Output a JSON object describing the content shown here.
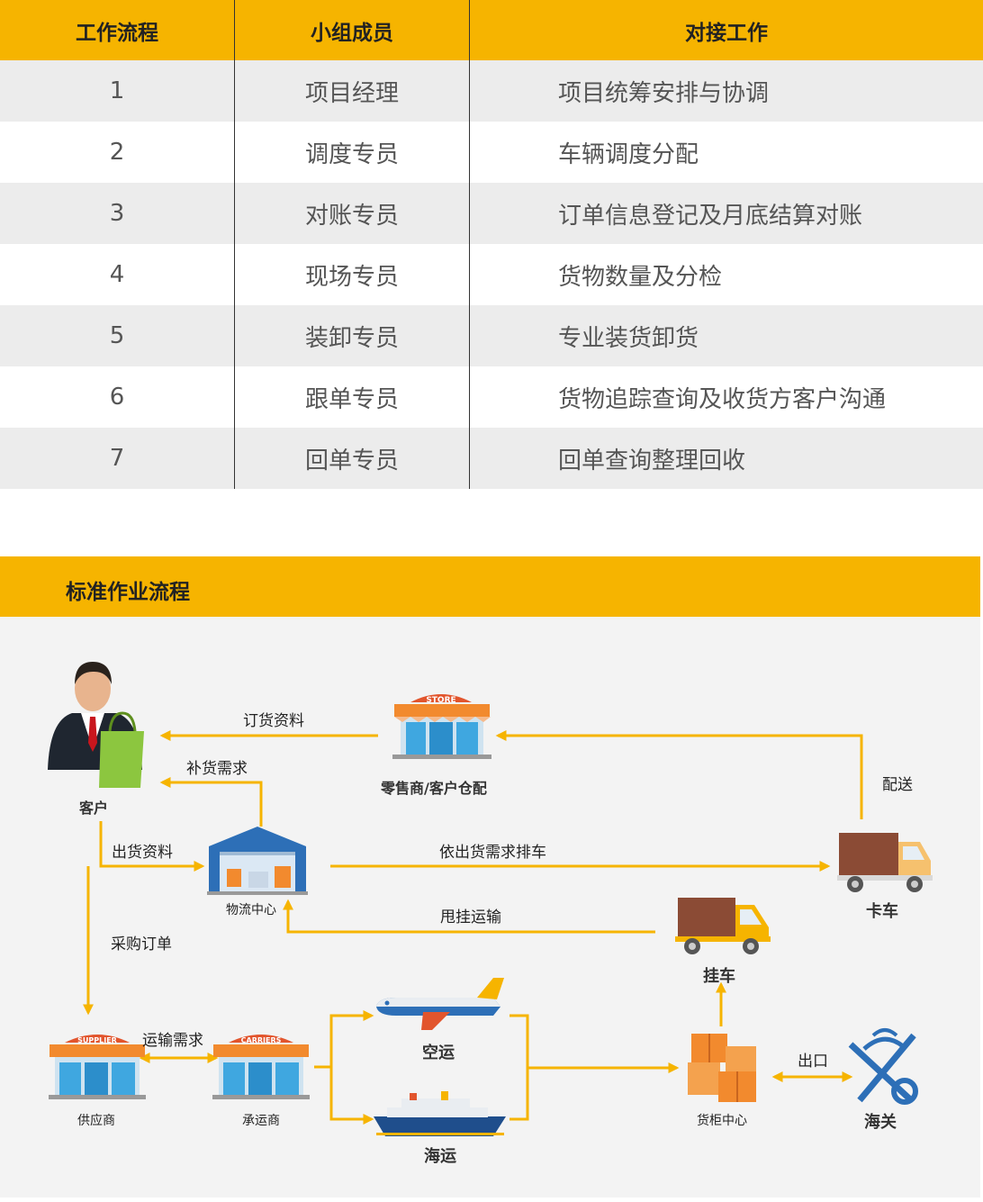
{
  "table": {
    "headers": [
      "工作流程",
      "小组成员",
      "对接工作"
    ],
    "rows": [
      {
        "step": "1",
        "member": "项目经理",
        "work": "项目统筹安排与协调"
      },
      {
        "step": "2",
        "member": "调度专员",
        "work": "车辆调度分配"
      },
      {
        "step": "3",
        "member": "对账专员",
        "work": "订单信息登记及月底结算对账"
      },
      {
        "step": "4",
        "member": "现场专员",
        "work": "货物数量及分检"
      },
      {
        "step": "5",
        "member": "装卸专员",
        "work": "专业装货卸货"
      },
      {
        "step": "6",
        "member": "跟单专员",
        "work": "货物追踪查询及收货方客户沟通"
      },
      {
        "step": "7",
        "member": "回单专员",
        "work": "回单查询整理回收"
      }
    ]
  },
  "process": {
    "title": "标准作业流程",
    "nodes": {
      "customer": "客户",
      "retailer": "零售商/客户仓配",
      "logistics_center": "物流中心",
      "truck": "卡车",
      "trailer": "挂车",
      "supplier": "供应商",
      "carrier": "承运商",
      "air": "空运",
      "sea": "海运",
      "container_center": "货柜中心",
      "customs": "海关"
    },
    "signs": {
      "store": "STORE",
      "supplier": "SUPPLIER",
      "carriers": "CARRIERS"
    },
    "edges": {
      "order_info": "订货资料",
      "replenish": "补货需求",
      "shipping_info": "出货资料",
      "schedule": "依出货需求排车",
      "delivery": "配送",
      "trailer_transport": "甩挂运输",
      "purchase_order": "采购订单",
      "transport_demand": "运输需求",
      "export": "出口"
    }
  },
  "colors": {
    "accent": "#f6b400",
    "row_alt": "#ececec",
    "panel": "#f3f3f3",
    "store_roof": "#f28a2e",
    "store_glass": "#3fa7e0",
    "truck_cargo": "#8b4b35"
  },
  "icons": [
    "businessman-icon",
    "store-icon",
    "warehouse-icon",
    "truck-icon",
    "plane-icon",
    "ship-icon",
    "boxes-icon",
    "customs-emblem-icon"
  ]
}
